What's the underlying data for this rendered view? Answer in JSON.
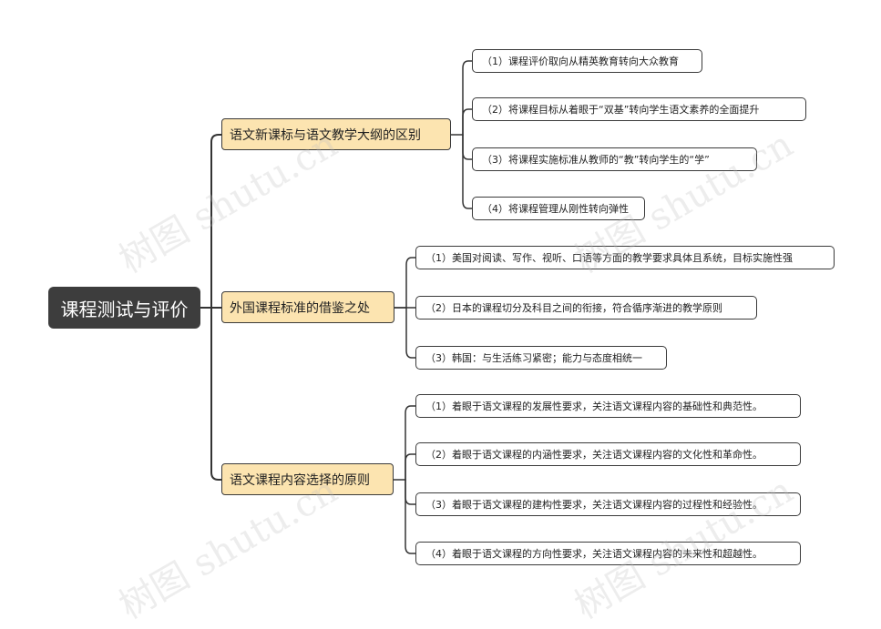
{
  "root": {
    "label": "课程测试与评价"
  },
  "branches": [
    {
      "label": "语文新课标与语文教学大纲的区别",
      "items": [
        "（1）课程评价取向从精英教育转向大众教育",
        "（2）将课程目标从着眼于“双基”转向学生语文素养的全面提升",
        "（3）将课程实施标准从教师的“教”转向学生的“学”",
        "（4）将课程管理从刚性转向弹性"
      ]
    },
    {
      "label": "外国课程标准的借鉴之处",
      "items": [
        "（1）美国对阅读、写作、视听、口语等方面的教学要求具体且系统，目标实施性强",
        "（2）日本的课程切分及科目之间的衔接，符合循序渐进的教学原则",
        "（3）韩国：与生活练习紧密；能力与态度相统一"
      ]
    },
    {
      "label": "语文课程内容选择的原则",
      "items": [
        "（1）着眼于语文课程的发展性要求，关注语文课程内容的基础性和典范性。",
        "（2）着眼于语文课程的内涵性要求，关注语文课程内容的文化性和革命性。",
        "（3）着眼于语文课程的建构性要求，关注语文课程内容的过程性和经验性。",
        "（4）着眼于语文课程的方向性要求，关注语文课程内容的未来性和超越性。"
      ]
    }
  ],
  "watermark": "树图 shutu.cn",
  "colors": {
    "root_bg": "#3d3d3d",
    "branch_bg": "#fce4b0",
    "line": "#333333"
  }
}
